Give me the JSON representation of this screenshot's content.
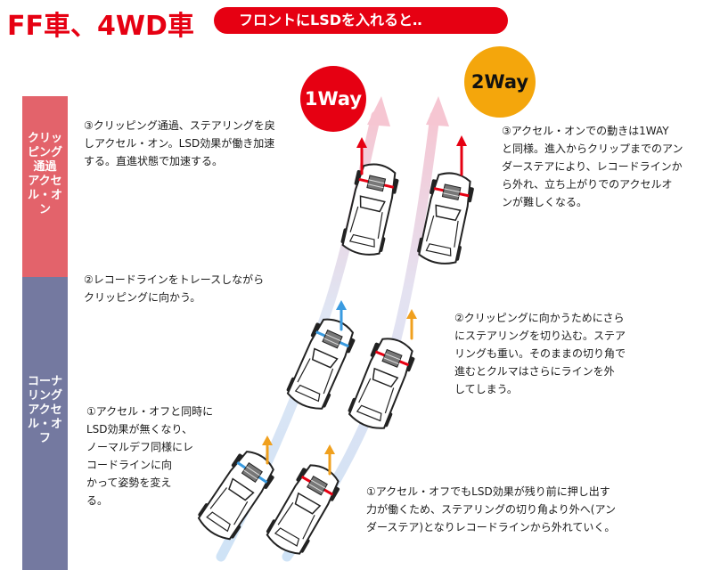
{
  "header": {
    "title": "FF車、4WD車",
    "subtitle": "フロントにLSDを入れると‥"
  },
  "bands": {
    "top": [
      "クリッピング通過",
      "アクセル・オン"
    ],
    "bottom": [
      "コーナリング",
      "アクセル・オフ"
    ]
  },
  "badges": {
    "one_way": "1Way",
    "two_way": "2Way"
  },
  "notes": {
    "left_3": [
      "③クリッピング通過、ステアリングを戻",
      "しアクセル・オン。LSD効果が働き加速",
      "する。直進状態で加速する。"
    ],
    "left_2": [
      "②レコードラインをトレースしながら",
      "クリッピングに向かう。"
    ],
    "left_1": [
      "①アクセル・オフと同時に",
      "LSD効果が無くなり、",
      "ノーマルデフ同様にレ",
      "コードラインに向",
      "かって姿勢を変え",
      "る。"
    ],
    "right_3": [
      "③アクセル・オンでの動きは1WAY",
      "と同様。進入からクリップまでのアン",
      "ダーステアにより、レコードラインか",
      "ら外れ、立ち上がりでのアクセルオ",
      "ンが難しくなる。"
    ],
    "right_2": [
      "②クリッピングに向かうためにさら",
      "にステアリングを切り込む。ステア",
      "リングも重い。そのままの切り角で",
      "進むとクルマはさらにラインを外",
      "してしまう。"
    ],
    "right_1": [
      "①アクセル・オフでもLSD効果が残り前に押し出す",
      "力が働くため、ステアリングの切り角より外へ(アン",
      "ダーステア)となりレコードラインから外れていく。"
    ]
  },
  "colors": {
    "brand_red": "#e60012",
    "two_way_orange": "#f4a60c",
    "band_top": "#e3636b",
    "band_bottom": "#7479a0",
    "path_blue": "#cfe3f6",
    "path_pink": "#f6c6d2",
    "arrow_red": "#e60012",
    "arrow_blue": "#3a9be0",
    "arrow_orange": "#f0a01e"
  }
}
